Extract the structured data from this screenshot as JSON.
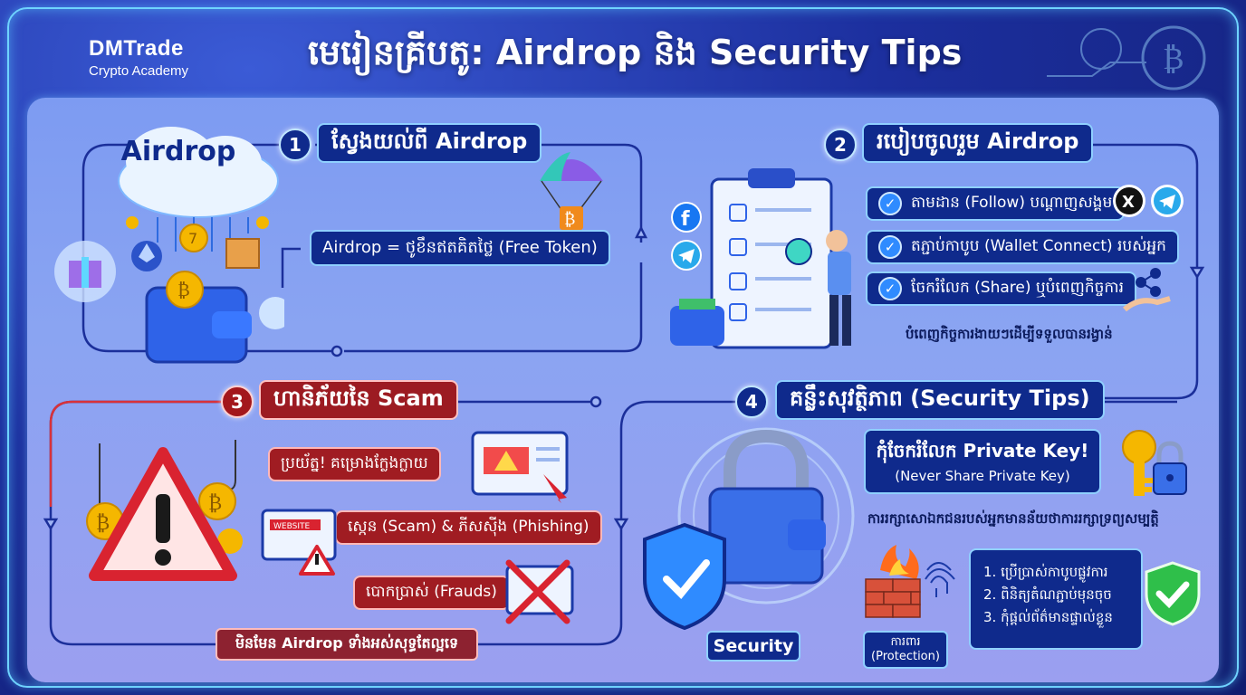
{
  "brand": {
    "name": "DMTrade",
    "subtitle": "Crypto Academy"
  },
  "title": "មេរៀនគ្រីបតូ: Airdrop និង Security Tips",
  "step1": {
    "number": "1",
    "title": "ស្វែងយល់ពី Airdrop",
    "cloud_label": "Airdrop",
    "definition": "Airdrop = ថូខឹនឥតគិតថ្លៃ (Free Token)"
  },
  "step2": {
    "number": "2",
    "title": "របៀបចូលរួម Airdrop",
    "items": [
      "តាមដាន (Follow) បណ្តាញសង្គម",
      "តភ្ជាប់កាបូប (Wallet Connect) របស់អ្នក",
      "ចែករំលែក (Share) ឬបំពេញកិច្ចការ"
    ],
    "caption": "បំពេញកិច្ចការងាយៗដើម្បីទទួលបានរង្វាន់"
  },
  "step3": {
    "number": "3",
    "title": "ហានិភ័យនៃ Scam",
    "warnings": [
      "ប្រយ័ត្ន! គម្រោងក្លែងក្លាយ",
      "ស្កេន (Scam) & ភីសស៊ីង (Phishing)",
      "បោកប្រាស់ (Frauds)"
    ],
    "website_label": "WEBSITE",
    "banner": "មិនមែន Airdrop ទាំងអស់សុទ្ធតែល្អទេ"
  },
  "step4": {
    "number": "4",
    "title": "គន្លឹះសុវត្ថិភាព (Security Tips)",
    "key_warning": "កុំចែករំលែក Private Key!",
    "key_warning_en": "(Never Share Private Key)",
    "caption": "ការរក្សាសោឯកជនរបស់អ្នកមានន័យថាការរក្សាទ្រព្យសម្បត្តិ",
    "security_label": "Security",
    "protection_label": "ការពារ",
    "protection_label_en": "(Protection)",
    "tips": [
      "1. ប្រើប្រាស់កាបូបផ្លូវការ",
      "2. ពិនិត្យតំណភ្ជាប់មុនចុច",
      "3. កុំផ្តល់ព័ត៌មានផ្ទាល់ខ្លួន"
    ]
  },
  "icons": {
    "social": [
      "facebook-icon",
      "telegram-icon",
      "x-icon"
    ],
    "accent": "#0f2a8c",
    "danger": "#a01c22",
    "check": "#2f8bff"
  }
}
